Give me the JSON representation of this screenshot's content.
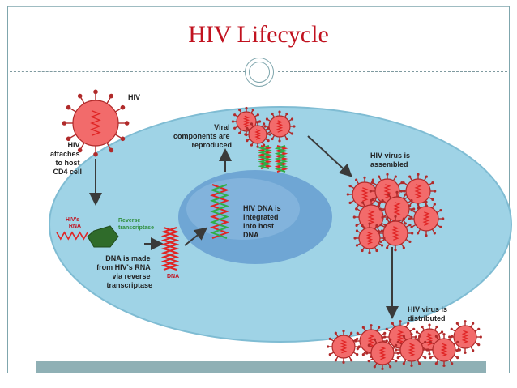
{
  "title": "HIV Lifecycle",
  "labels": {
    "hiv": "HIV",
    "attach": [
      "HIV",
      "attaches",
      "to host",
      "CD4 cell"
    ],
    "hivs_rna": [
      "HIV's",
      "RNA"
    ],
    "reverse_transcriptase": [
      "Reverse",
      "transcriptase"
    ],
    "dna_made": [
      "DNA is made",
      "from HIV's RNA",
      "via reverse",
      "transcriptase"
    ],
    "dna": "DNA",
    "integrated": [
      "HIV DNA is",
      "integrated",
      "into host",
      "DNA"
    ],
    "viral_components": [
      "Viral",
      "components are",
      "reproduced"
    ],
    "assembled": [
      "HIV virus is",
      "assembled"
    ],
    "distributed": [
      "HIV virus is",
      "distributed"
    ]
  },
  "colors": {
    "title": "#c1121f",
    "cell": "#9fd3e6",
    "nucleus": "#6fa6d4",
    "virus": "#f26b6b",
    "rna": "#e02424",
    "dna_strand_green": "#2fae48",
    "enzyme": "#2f6b2a",
    "frame": "#7fa6ad"
  }
}
